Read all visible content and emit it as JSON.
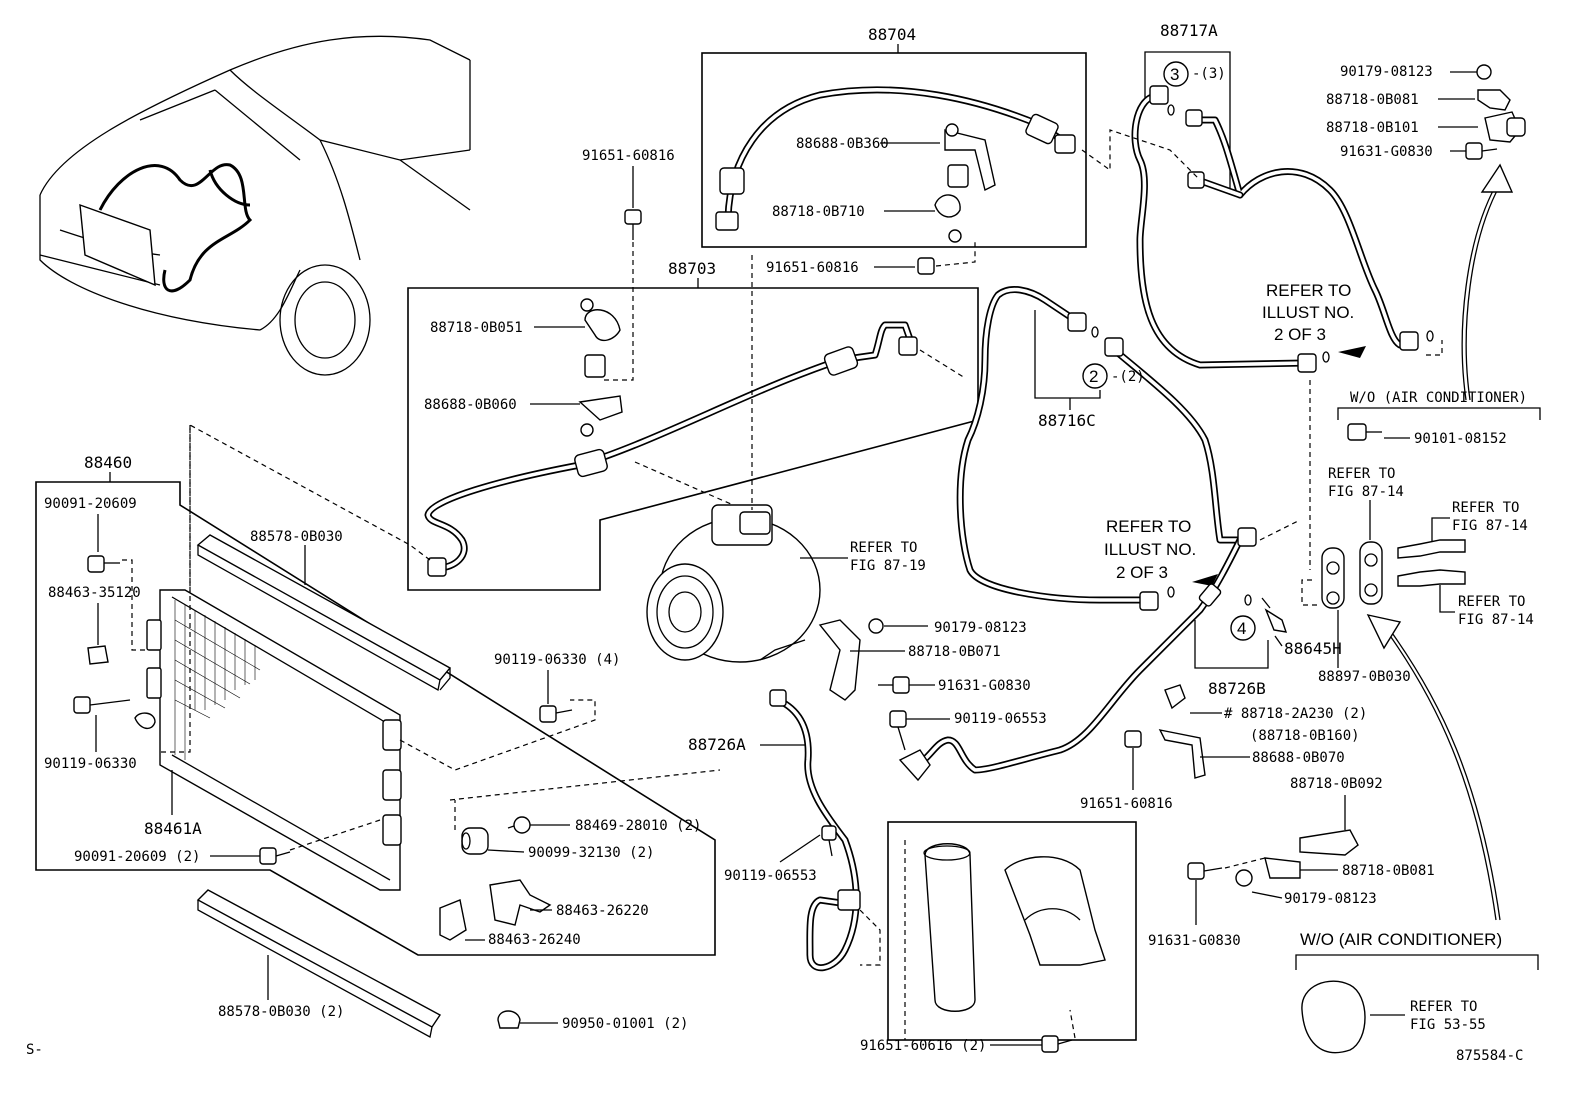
{
  "diagram": {
    "illustration_code": "875584-C",
    "corner_mark": "S-"
  },
  "labels": {
    "p88704": "88704",
    "p88717A": "88717A",
    "p88703": "88703",
    "p88460": "88460",
    "p88716C": "88716C",
    "p88726A": "88726A",
    "p88726B": "88726B",
    "p88461A": "88461A",
    "p88645H": "88645H",
    "p90179_08123_top": "90179-08123",
    "p88718_0B081_top": "88718-0B081",
    "p88718_0B101": "88718-0B101",
    "p91631_G0830_top": "91631-G0830",
    "p91651_60816_left": "91651-60816",
    "p88688_0B360": "88688-0B360",
    "p88718_0B710": "88718-0B710",
    "p91651_60816_mid": "91651-60816",
    "p88718_0B051": "88718-0B051",
    "p88688_0B060": "88688-0B060",
    "p90091_20609": "90091-20609",
    "p88578_0B030": "88578-0B030",
    "p88463_35120": "88463-35120",
    "p90119_06330": "90119-06330",
    "p90091_20609_2": "90091-20609 (2)",
    "p90119_06330_4": "90119-06330 (4)",
    "p88469_28010": "88469-28010 (2)",
    "p90099_32130": "90099-32130 (2)",
    "p88463_26220": "88463-26220",
    "p88463_26240": "88463-26240",
    "p88578_0B030_2": "88578-0B030 (2)",
    "p90950_01001": "90950-01001 (2)",
    "p90179_08123_mid": "90179-08123",
    "p88718_0B071": "88718-0B071",
    "p91631_G0830_mid": "91631-G0830",
    "p90119_06553_mid": "90119-06553",
    "p90119_06553_low": "90119-06553",
    "p91651_60616": "91651-60616 (2)",
    "p88718_2A230": "# 88718-2A230 (2)",
    "p88718_0B160": "(88718-0B160)",
    "p88688_0B070": "88688-0B070",
    "p91651_60816_right": "91651-60816",
    "p88718_0B092": "88718-0B092",
    "p88718_0B081_low": "88718-0B081",
    "p90179_08123_low": "90179-08123",
    "p91631_G0830_low": "91631-G0830",
    "p88897_0B030": "88897-0B030",
    "p90101_08152": "90101-08152",
    "circle3": "3",
    "circle3_qty": "-(3)",
    "circle2": "2",
    "circle2_qty": "-(2)",
    "circle4": "4",
    "refer_fig_87_19": [
      "REFER TO",
      "FIG 87-19"
    ],
    "refer_fig_87_14_a": [
      "REFER TO",
      "FIG 87-14"
    ],
    "refer_fig_87_14_b": [
      "REFER TO",
      "FIG 87-14"
    ],
    "refer_fig_87_14_c": [
      "REFER TO",
      "FIG 87-14"
    ],
    "refer_fig_53_55": [
      "REFER TO",
      "FIG 53-55"
    ],
    "refer_illust_top": [
      "REFER TO",
      "ILLUST NO.",
      "2 OF 3"
    ],
    "refer_illust_mid": [
      "REFER TO",
      "ILLUST NO.",
      "2 OF 3"
    ],
    "wo_ac_top": "W/O (AIR CONDITIONER)",
    "wo_ac_bottom": "W/O (AIR CONDITIONER)"
  }
}
